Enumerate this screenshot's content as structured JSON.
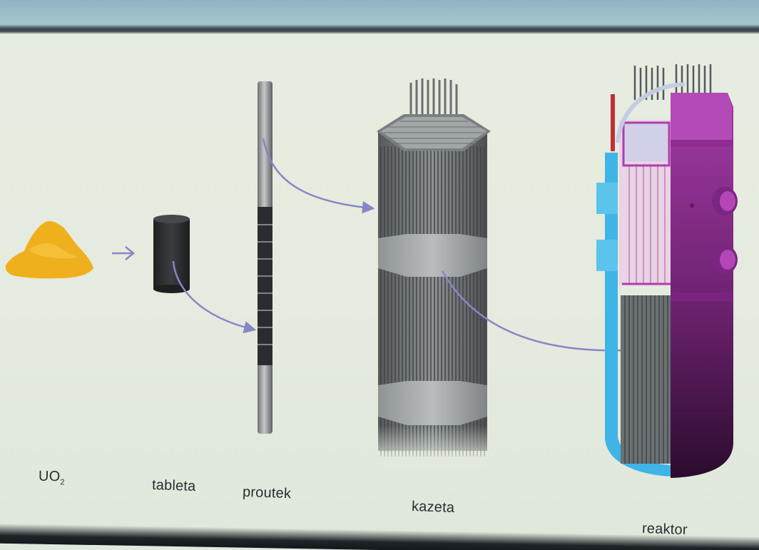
{
  "labels": {
    "uo2_main": "UO",
    "uo2_sub": "2",
    "tableta": "tableta",
    "proutek": "proutek",
    "kazeta": "kazeta",
    "reaktor": "reaktor"
  },
  "colors": {
    "background": "#e6ecdf",
    "uo2_powder": "#f0b21e",
    "pellet": "#2b2e30",
    "rod": "#8c9294",
    "assembly": "#6f7578",
    "arrow": "#8a88c8",
    "reactor_vessel": "#9a2c9c",
    "reactor_blue": "#3fb4e6",
    "reactor_pink": "#e8c0de"
  },
  "arrows": [
    {
      "from": "UO2",
      "to": "tableta"
    },
    {
      "from": "tableta",
      "to": "proutek"
    },
    {
      "from": "proutek",
      "to": "kazeta"
    },
    {
      "from": "kazeta",
      "to": "reaktor"
    }
  ]
}
